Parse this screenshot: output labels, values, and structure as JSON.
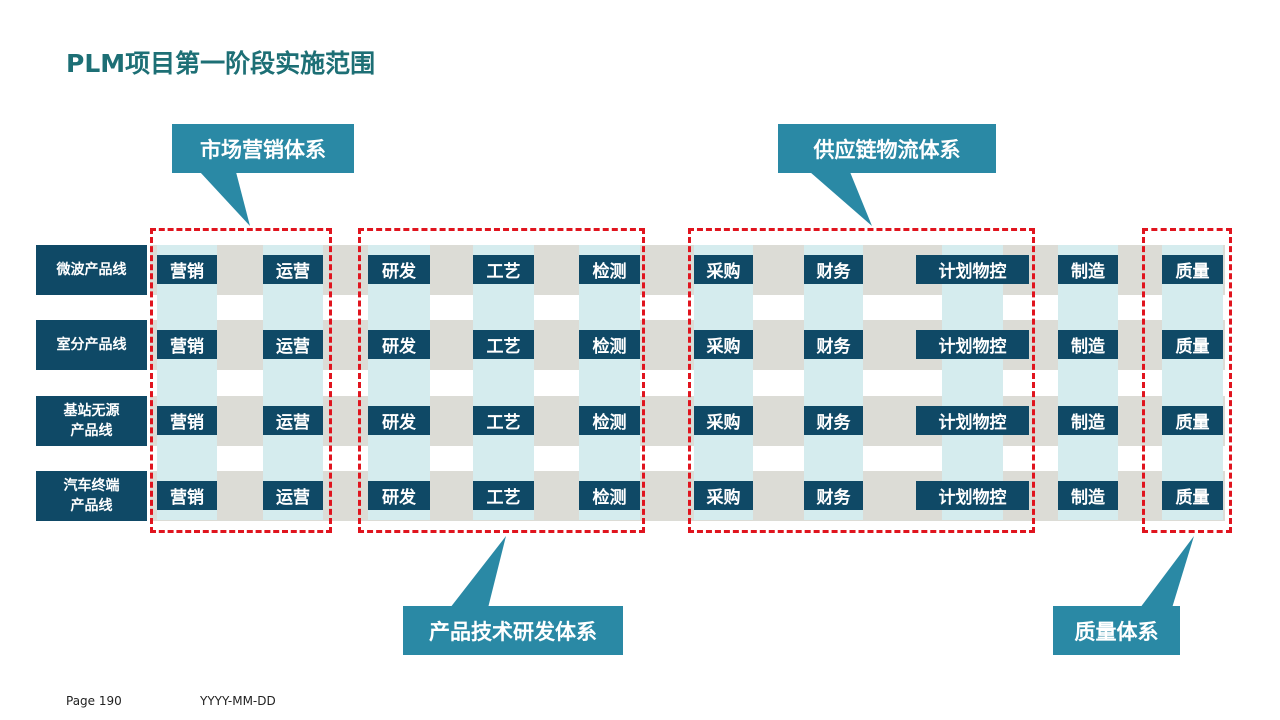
{
  "title": "PLM项目第一阶段实施范围",
  "rows": [
    {
      "label": "微波产品线"
    },
    {
      "label": "室分产品线"
    },
    {
      "label": "基站无源\n产品线"
    },
    {
      "label": "汽车终端\n产品线"
    }
  ],
  "cells": [
    "营销",
    "运营",
    "研发",
    "工艺",
    "检测",
    "采购",
    "财务",
    "计划物控",
    "制造",
    "质量"
  ],
  "groups": [
    {
      "name": "marketing-system",
      "label": "市场营销体系"
    },
    {
      "name": "supply-chain-system",
      "label": "供应链物流体系"
    },
    {
      "name": "rd-system",
      "label": "产品技术研发体系"
    },
    {
      "name": "quality-system",
      "label": "质量体系"
    }
  ],
  "footer": {
    "page": "Page 190",
    "date": "YYYY-MM-DD"
  },
  "colors": {
    "title": "#1d6f75",
    "row_label": "#0f4966",
    "cell": "#0f4966",
    "callout": "#2a89a5",
    "dash": "#e0141e",
    "band": "#dcdcd6",
    "column": "#d5ecee"
  }
}
